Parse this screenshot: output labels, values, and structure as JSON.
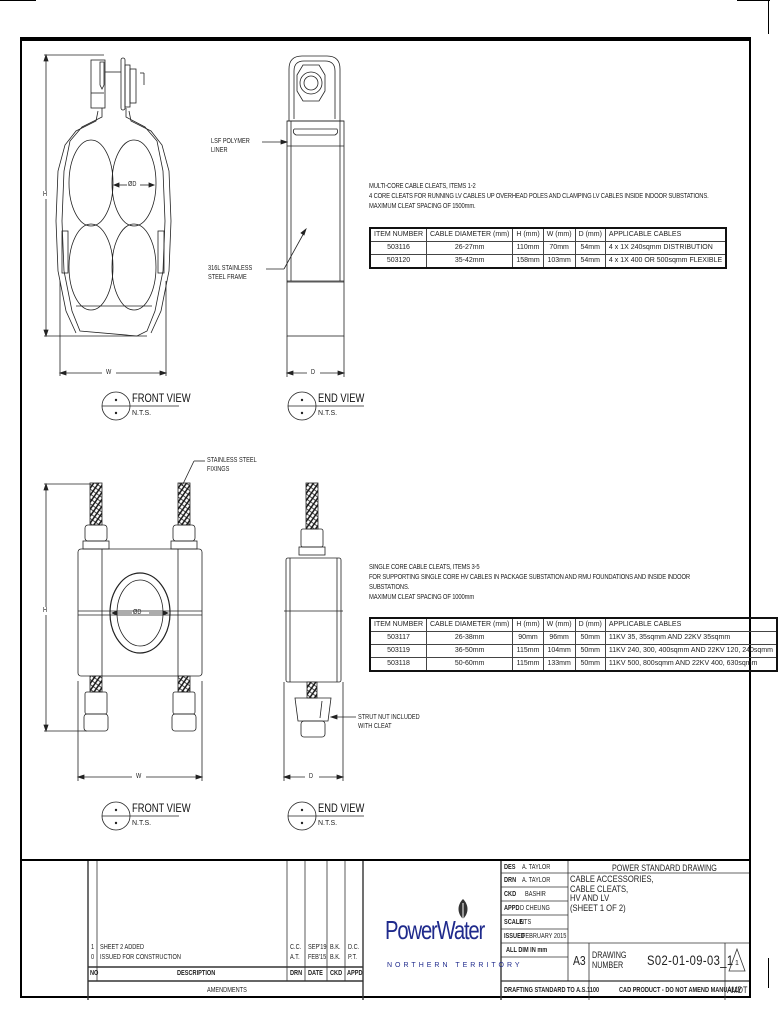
{
  "page": {
    "title": "POWER STANDARD DRAWING",
    "colors": {
      "ink": "#111111",
      "logo_blue": "#1f2a8c",
      "logo_leaf": "#333333",
      "paper": "#ffffff"
    }
  },
  "multi_core": {
    "heading": "MULTI-CORE CABLE CLEATS, ITEMS 1-2",
    "line1": "4 CORE CLEATS FOR RUNNING LV CABLES UP OVERHEAD POLES AND CLAMPING LV CABLES INSIDE INDOOR SUBSTATIONS.",
    "line2": "MAXIMUM CLEAT SPACING OF 1500mm.",
    "table": {
      "headers": [
        "ITEM NUMBER",
        "CABLE DIAMETER (mm)",
        "H (mm)",
        "W (mm)",
        "D (mm)",
        "APPLICABLE CABLES"
      ],
      "rows": [
        [
          "503116",
          "26-27mm",
          "110mm",
          "70mm",
          "54mm",
          "4 x 1X 240sqmm DISTRIBUTION"
        ],
        [
          "503120",
          "35-42mm",
          "158mm",
          "103mm",
          "54mm",
          "4 x 1X 400 OR 500sqmm FLEXIBLE"
        ]
      ]
    },
    "front_view": {
      "title": "FRONT VIEW",
      "scale": "N.T.S.",
      "dim_h": "H",
      "dim_w": "W",
      "dim_d": "ØD"
    },
    "end_view": {
      "title": "END VIEW",
      "scale": "N.T.S.",
      "dim_d": "D"
    },
    "callouts": {
      "liner": [
        "LSF POLYMER",
        "LINER"
      ],
      "frame": [
        "316L STAINLESS",
        "STEEL FRAME"
      ]
    }
  },
  "single_core": {
    "heading": "SINGLE CORE CABLE CLEATS, ITEMS 3-5",
    "line1": "FOR SUPPORTING SINGLE CORE HV CABLES IN PACKAGE SUBSTATION AND RMU FOUNDATIONS AND INSIDE INDOOR",
    "line1b": "SUBSTATIONS.",
    "line2": "MAXIMUM CLEAT SPACING OF 1000mm",
    "table": {
      "headers": [
        "ITEM NUMBER",
        "CABLE DIAMETER (mm)",
        "H (mm)",
        "W (mm)",
        "D (mm)",
        "APPLICABLE CABLES"
      ],
      "rows": [
        [
          "503117",
          "26-38mm",
          "90mm",
          "96mm",
          "50mm",
          "11KV 35, 35sqmm AND 22KV 35sqmm"
        ],
        [
          "503119",
          "36-50mm",
          "115mm",
          "104mm",
          "50mm",
          "11KV 240, 300, 400sqmm AND 22KV 120, 240sqmm"
        ],
        [
          "503118",
          "50-60mm",
          "115mm",
          "133mm",
          "50mm",
          "11KV 500, 800sqmm AND 22KV 400, 630sqmm"
        ]
      ]
    },
    "front_view": {
      "title": "FRONT VIEW",
      "scale": "N.T.S.",
      "dim_h": "H",
      "dim_w": "W",
      "dim_d": "ØD"
    },
    "end_view": {
      "title": "END VIEW",
      "scale": "N.T.S.",
      "dim_d": "D"
    },
    "callouts": {
      "fixings": [
        "STAINLESS STEEL",
        "FIXINGS"
      ],
      "strut": [
        "STRUT NUT INCLUDED",
        "WITH CLEAT"
      ]
    }
  },
  "amendments": {
    "rows": [
      {
        "no": "1",
        "description": "SHEET 2 ADDED",
        "drn": "C.C.",
        "date": "SEP'19",
        "ckd": "B.K.",
        "appd": "D.C."
      },
      {
        "no": "0",
        "description": "ISSUED FOR CONSTRUCTION",
        "drn": "A.T.",
        "date": "FEB'15",
        "ckd": "B.K.",
        "appd": "P.T."
      }
    ],
    "headers": {
      "no": "NO",
      "description": "DESCRIPTION",
      "drn": "DRN",
      "date": "DATE",
      "ckd": "CKD",
      "appd": "APPD"
    },
    "footer": "AMENDMENTS"
  },
  "logo": {
    "name": "PowerWater",
    "region": "NORTHERN TERRITORY"
  },
  "title_block": {
    "des": {
      "label": "DES",
      "value": "A. TAYLOR"
    },
    "drn": {
      "label": "DRN",
      "value": "A. TAYLOR"
    },
    "ckd": {
      "label": "CKD",
      "value": "BASHIR"
    },
    "appd": {
      "label": "APPD",
      "value": "D CHEUNG"
    },
    "scale": {
      "label": "SCALE",
      "value": "NTS"
    },
    "issued": {
      "label": "ISSUED",
      "value": "FEBRUARY 2015"
    },
    "all_dim": "ALL DIM IN mm",
    "heading": "POWER STANDARD DRAWING",
    "description": [
      "CABLE ACCESSORIES,",
      "CABLE CLEATS,",
      "HV AND LV",
      "(SHEET 1 OF 2)"
    ],
    "size": "A3",
    "drawing_number_label": [
      "DRAWING",
      "NUMBER"
    ],
    "drawing_number": "S02-01-09-03_1",
    "amendment": "1",
    "amendment_label": "AMDT",
    "standard": "DRAFTING STANDARD TO A.S.1100",
    "cad_note": "CAD PRODUCT - DO NOT AMEND MANUALLY"
  }
}
